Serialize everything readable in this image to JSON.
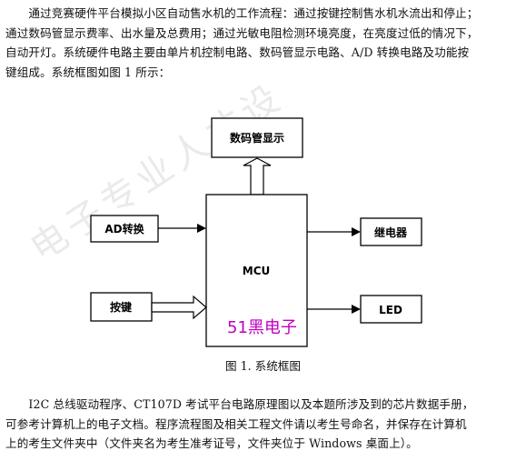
{
  "paragraph1": {
    "lines": [
      "　　通过竞赛硬件平台模拟小区自动售水机的工作流程：通过按键控制售水机水流出和停止；",
      "通过数码管显示费率、出水量及总费用；通过光敏电阻检测环境亮度，在亮度过低的情况下，",
      "自动开灯。系统硬件电路主要由单片机控制电路、数码管显示电路、A/D 转换电路及功能按",
      "键组成。系统框图如图 1 所示："
    ]
  },
  "diagram": {
    "blocks": {
      "display": "数码管显示",
      "ad": "AD转换",
      "key": "按键",
      "mcu": "MCU",
      "relay": "继电器",
      "led": "LED"
    },
    "brand": "51黑电子",
    "caption": "图 1.  系统框图"
  },
  "watermark": "电子专业人才设",
  "paragraph2": {
    "lines": [
      "　　I2C 总线驱动程序、CT107D 考试平台电路原理图以及本题所涉及到的芯片数据手册，",
      "可参考计算机上的电子文档。程序流程图及相关工程文件请以考生号命名，并保存在计算机",
      "上的考生文件夹中（文件夹名为考生准考证号，文件夹位于 Windows 桌面上）。"
    ]
  }
}
